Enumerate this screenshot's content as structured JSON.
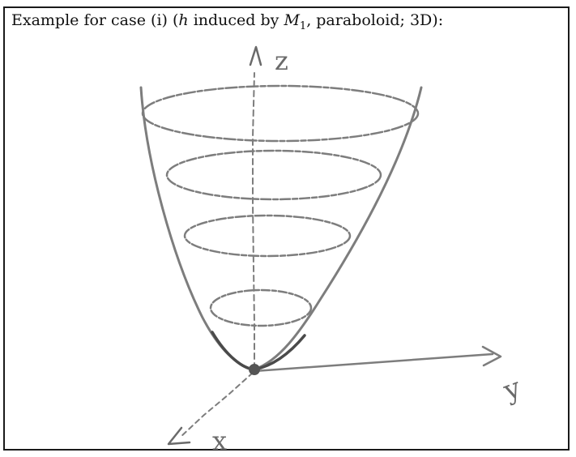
{
  "caption": {
    "prefix": "Example for case (i) (",
    "h_symbol": "h",
    "middle": " induced by ",
    "m_symbol": "M",
    "m_subscript": "1",
    "suffix": ", paraboloid; 3D):"
  },
  "axes": {
    "z_label": "z",
    "y_label": "y",
    "x_label": "x"
  },
  "colors": {
    "ink": "#7d7d7d",
    "ink_dark": "#4a4a4a",
    "frame": "#1a1a1a",
    "vertex": "#555555"
  }
}
